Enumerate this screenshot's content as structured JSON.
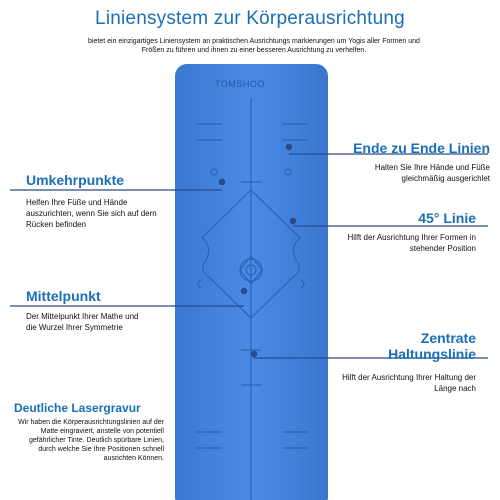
{
  "title": "Liniensystem zur Körperausrichtung",
  "subtitle": "bietet ein einzigartiges Liniensystem an praktischen Ausrichtungs markierungen um Yogis aller Formen und Frößen zu führen und ihnen zu einer besseren Ausrichtung zu verhelfen.",
  "mat": {
    "brand": "TOMSHOO",
    "color": "#3f7fd9"
  },
  "features": {
    "umkehrpunkte": {
      "title": "Umkehrpunkte",
      "text": "Helfen Ihre Füße und Hände auszurichten, wenn Sie sich auf dern Rücken befinden"
    },
    "mittelpunkt": {
      "title": "Mittelpunkt",
      "text": "Der Mittelpunkt Ihrer Mathe und die Wurzel Ihrer Symmetrie"
    },
    "ende": {
      "title": "Ende zu Ende Linien",
      "text": "Halten Sie Ihre Hände und Füße gleichmäßig ausgerichlet"
    },
    "linie45": {
      "title": "45° Linie",
      "text": "Hilft der Ausrichtung Ihrer Formen in stehender Position"
    },
    "zentrate": {
      "title_line1": "Zentrate",
      "title_line2": "Haltungslinie",
      "text": "Hilft der Ausrichtung Ihrer Haltung der Länge nach"
    },
    "laser": {
      "title": "Deutliche Lasergravur",
      "text": "Wir haben die Körperausrichtungslinien auf der Matte eingraviert, anstelle von potentiell gefährlicher Tinte. Deutlich spürbare Linien, durch welche Sie Ihre Positionen schnell ausrichten Können."
    }
  }
}
